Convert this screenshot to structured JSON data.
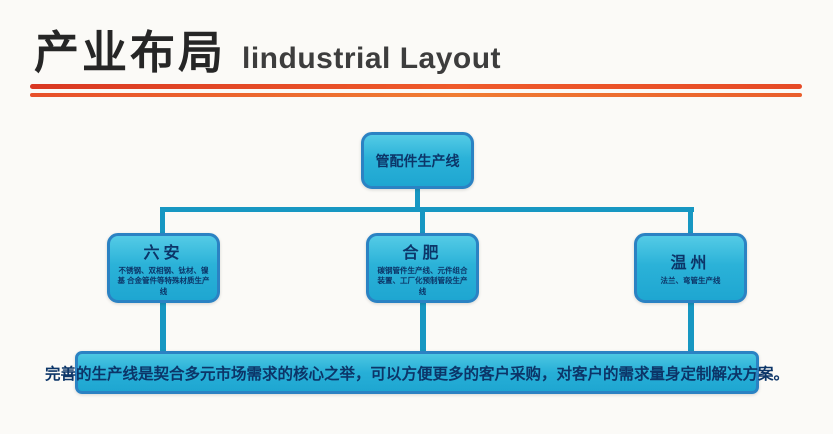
{
  "title": {
    "zh": "产业布局",
    "en": "lindustrial Layout"
  },
  "colors": {
    "accent_red": "#e0492a",
    "box_fill": "#2bb2d8",
    "box_border": "#2b82c3",
    "box_text": "#0c3568",
    "connector": "#1797c2",
    "background": "#fbfaf7"
  },
  "diagram": {
    "root": {
      "label": "管配件生产线"
    },
    "children": [
      {
        "label": "六安",
        "sub": "不锈钢、双相钢、钛材、镍基 合金管件等特殊材质生产线"
      },
      {
        "label": "合肥",
        "sub": "碳钢管件生产线、元件组合 装置、工厂化预制管段生产线"
      },
      {
        "label": "温州",
        "sub": "法兰、弯管生产线"
      }
    ],
    "footer": "完善的生产线是契合多元市场需求的核心之举，可以方便更多的客户采购，对客户的需求量身定制解决方案。"
  }
}
